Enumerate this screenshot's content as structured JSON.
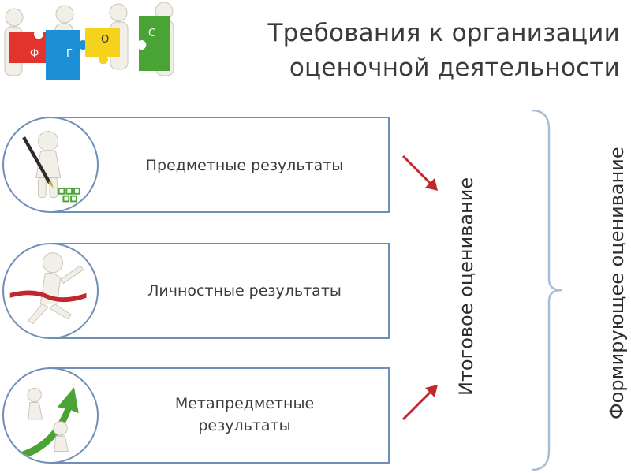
{
  "logo": {
    "letters": [
      "Ф",
      "Г",
      "О",
      "С"
    ]
  },
  "title": {
    "line1": "Требования к организации",
    "line2": "оценочной деятельности"
  },
  "results": [
    {
      "label": "Предметные результаты"
    },
    {
      "label": "Личностные результаты"
    },
    {
      "label_line1": "Метапредметные",
      "label_line2": "результаты"
    }
  ],
  "vertical": {
    "final": "Итоговое оценивание",
    "formative": "Формирующее оценивание"
  },
  "colors": {
    "box_border": "#6f8fb8",
    "arrow": "#c0282e",
    "brace": "#a9bfd8",
    "puzzle_red": "#e2342d",
    "puzzle_blue": "#1d8fd6",
    "puzzle_yellow": "#f5d21c",
    "puzzle_green": "#49a335"
  }
}
